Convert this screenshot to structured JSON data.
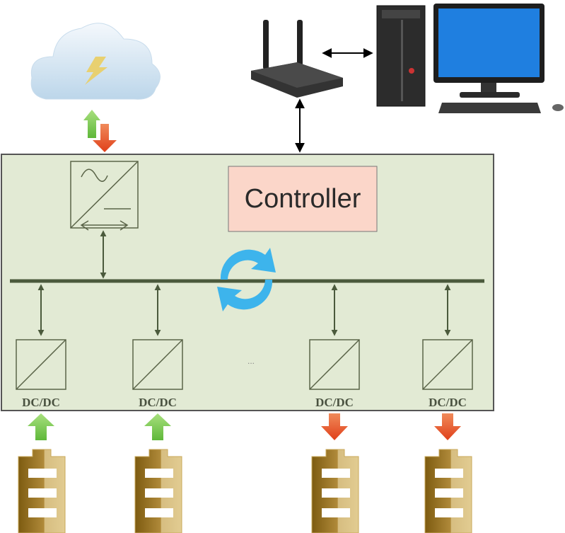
{
  "controller": {
    "label": "Controller"
  },
  "converters": [
    {
      "label": "DC/DC",
      "flow": "charge"
    },
    {
      "label": "DC/DC",
      "flow": "charge"
    },
    {
      "label": "DC/DC",
      "flow": "discharge"
    },
    {
      "label": "DC/DC",
      "flow": "discharge"
    }
  ],
  "ellipsis": "...",
  "icons": [
    "cloud-lightning-icon",
    "router-icon",
    "desktop-computer-icon",
    "ac-dc-inverter-icon",
    "refresh-cycle-icon",
    "battery-icon"
  ],
  "colors": {
    "panel": "#e2ead4",
    "controller": "#fbd6c9",
    "bus": "#4b5a3c",
    "up_arrow": "#6cc24a",
    "down_arrow": "#ea5a2a",
    "battery": "#a27c2a"
  }
}
